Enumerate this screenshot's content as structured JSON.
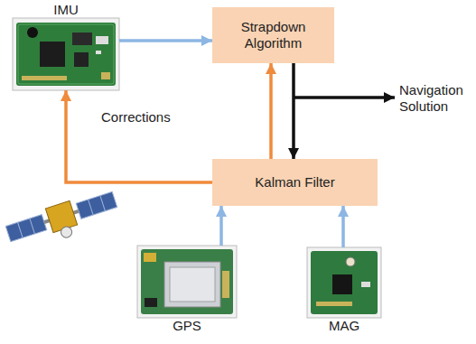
{
  "diagram": {
    "nodes": [
      {
        "text": [
          "IMU"
        ]
      },
      {
        "text": [
          "Strapdown Algorithm"
        ]
      },
      {
        "text": [
          "Kalman Filter"
        ]
      },
      {
        "text": [
          "GPS"
        ]
      },
      {
        "text": [
          "MAG"
        ]
      }
    ],
    "edges": [
      {
        "from": 0,
        "to": 1,
        "arrow": "to"
      },
      {
        "from": 1,
        "to": 2,
        "arrow": "to"
      },
      {
        "from": 2,
        "to": 1,
        "arrow": "to"
      },
      {
        "from": 2,
        "to": 0,
        "label": "Corrections",
        "arrow": "to"
      },
      {
        "from": 3,
        "to": 2,
        "arrow": "to"
      },
      {
        "from": 4,
        "to": 2,
        "arrow": "to"
      }
    ],
    "labels": [
      "Navigation Solution"
    ]
  }
}
